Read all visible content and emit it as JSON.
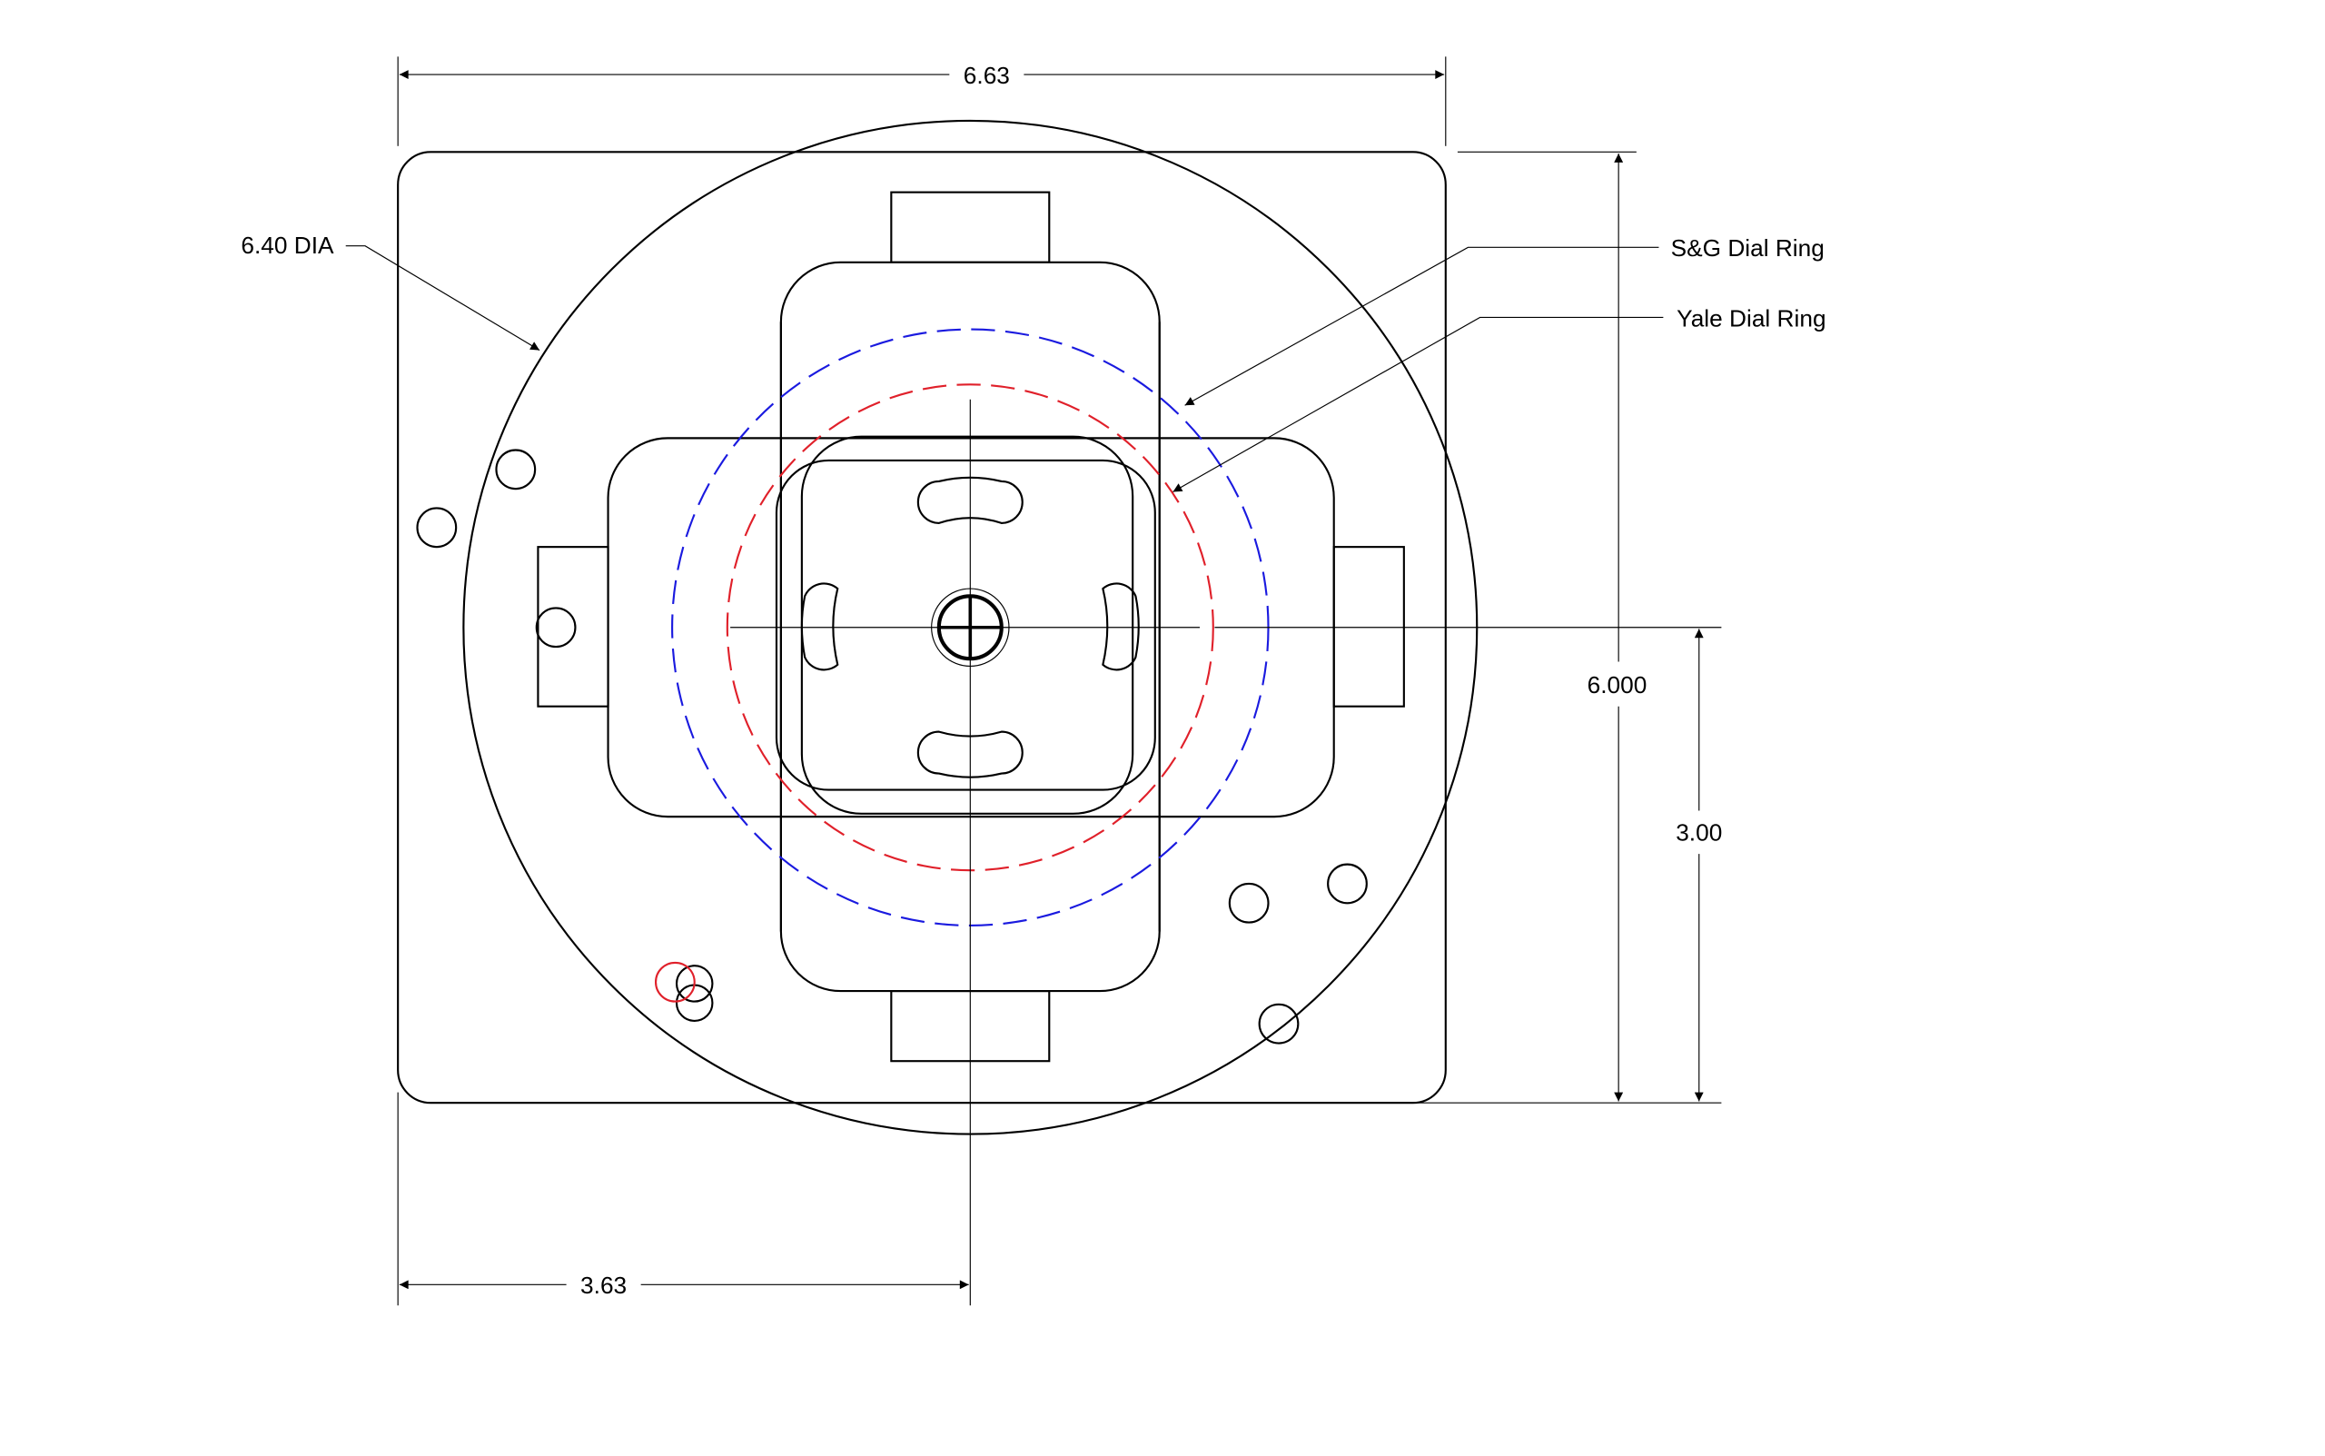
{
  "dimensions": {
    "overall_width": "6.63",
    "overall_height": "6.000",
    "center_height": "3.00",
    "center_offset": "3.63",
    "circle_diameter": "6.40 DIA"
  },
  "callouts": {
    "sg_dial_ring": "S&G Dial Ring",
    "yale_dial_ring": "Yale Dial Ring"
  },
  "colors": {
    "sg_ring": "#1a1adf",
    "yale_ring": "#e0202a",
    "line": "#000000"
  }
}
